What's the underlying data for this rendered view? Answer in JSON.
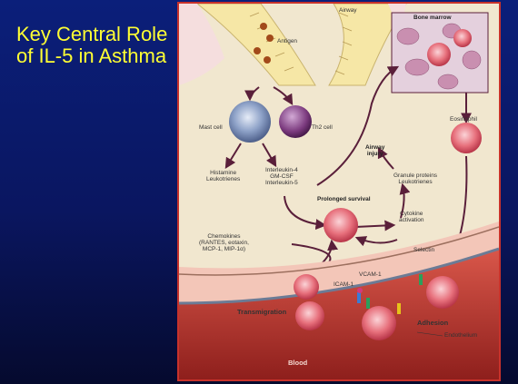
{
  "slide": {
    "title": "Key Central Role of IL-5 in Asthma",
    "title_color": "#ffff33",
    "background": "#0b1f7a"
  },
  "figure": {
    "labels": {
      "airway": "Airway",
      "antigen": "Antigen",
      "bone_marrow": "Bone marrow",
      "mast_cell": "Mast cell",
      "th2_cell": "Th2 cell",
      "eosinophil": "Eosinophil",
      "airway_injury": "Airway\ninjury",
      "histamine": "Histamine\nLeukotrienes",
      "interleukins": "Interleukin-4\nGM-CSF\nInterleukin-5",
      "granule_proteins": "Granule proteins\nLeukotrienes",
      "prolonged_survival": "Prolonged survival",
      "cytokine_activation": "Cytokine\nactivation",
      "chemokines": "Chemokines\n(RANTES, eotaxin,\nMCP-1, MIP-1α)",
      "selectin": "Selectin",
      "vcam": "VCAM-1",
      "icam": "ICAM-1",
      "transmigration": "Transmigration",
      "adhesion": "Adhesion",
      "endothelium": "Endothelium",
      "blood": "Blood"
    },
    "colors": {
      "frame": "#c8322b",
      "arrow": "#5a1f3a",
      "blood": "#c0392b",
      "eosinophil": "#e05565",
      "th2": "#7b3a7e",
      "mast": "#7a8fb8"
    }
  }
}
